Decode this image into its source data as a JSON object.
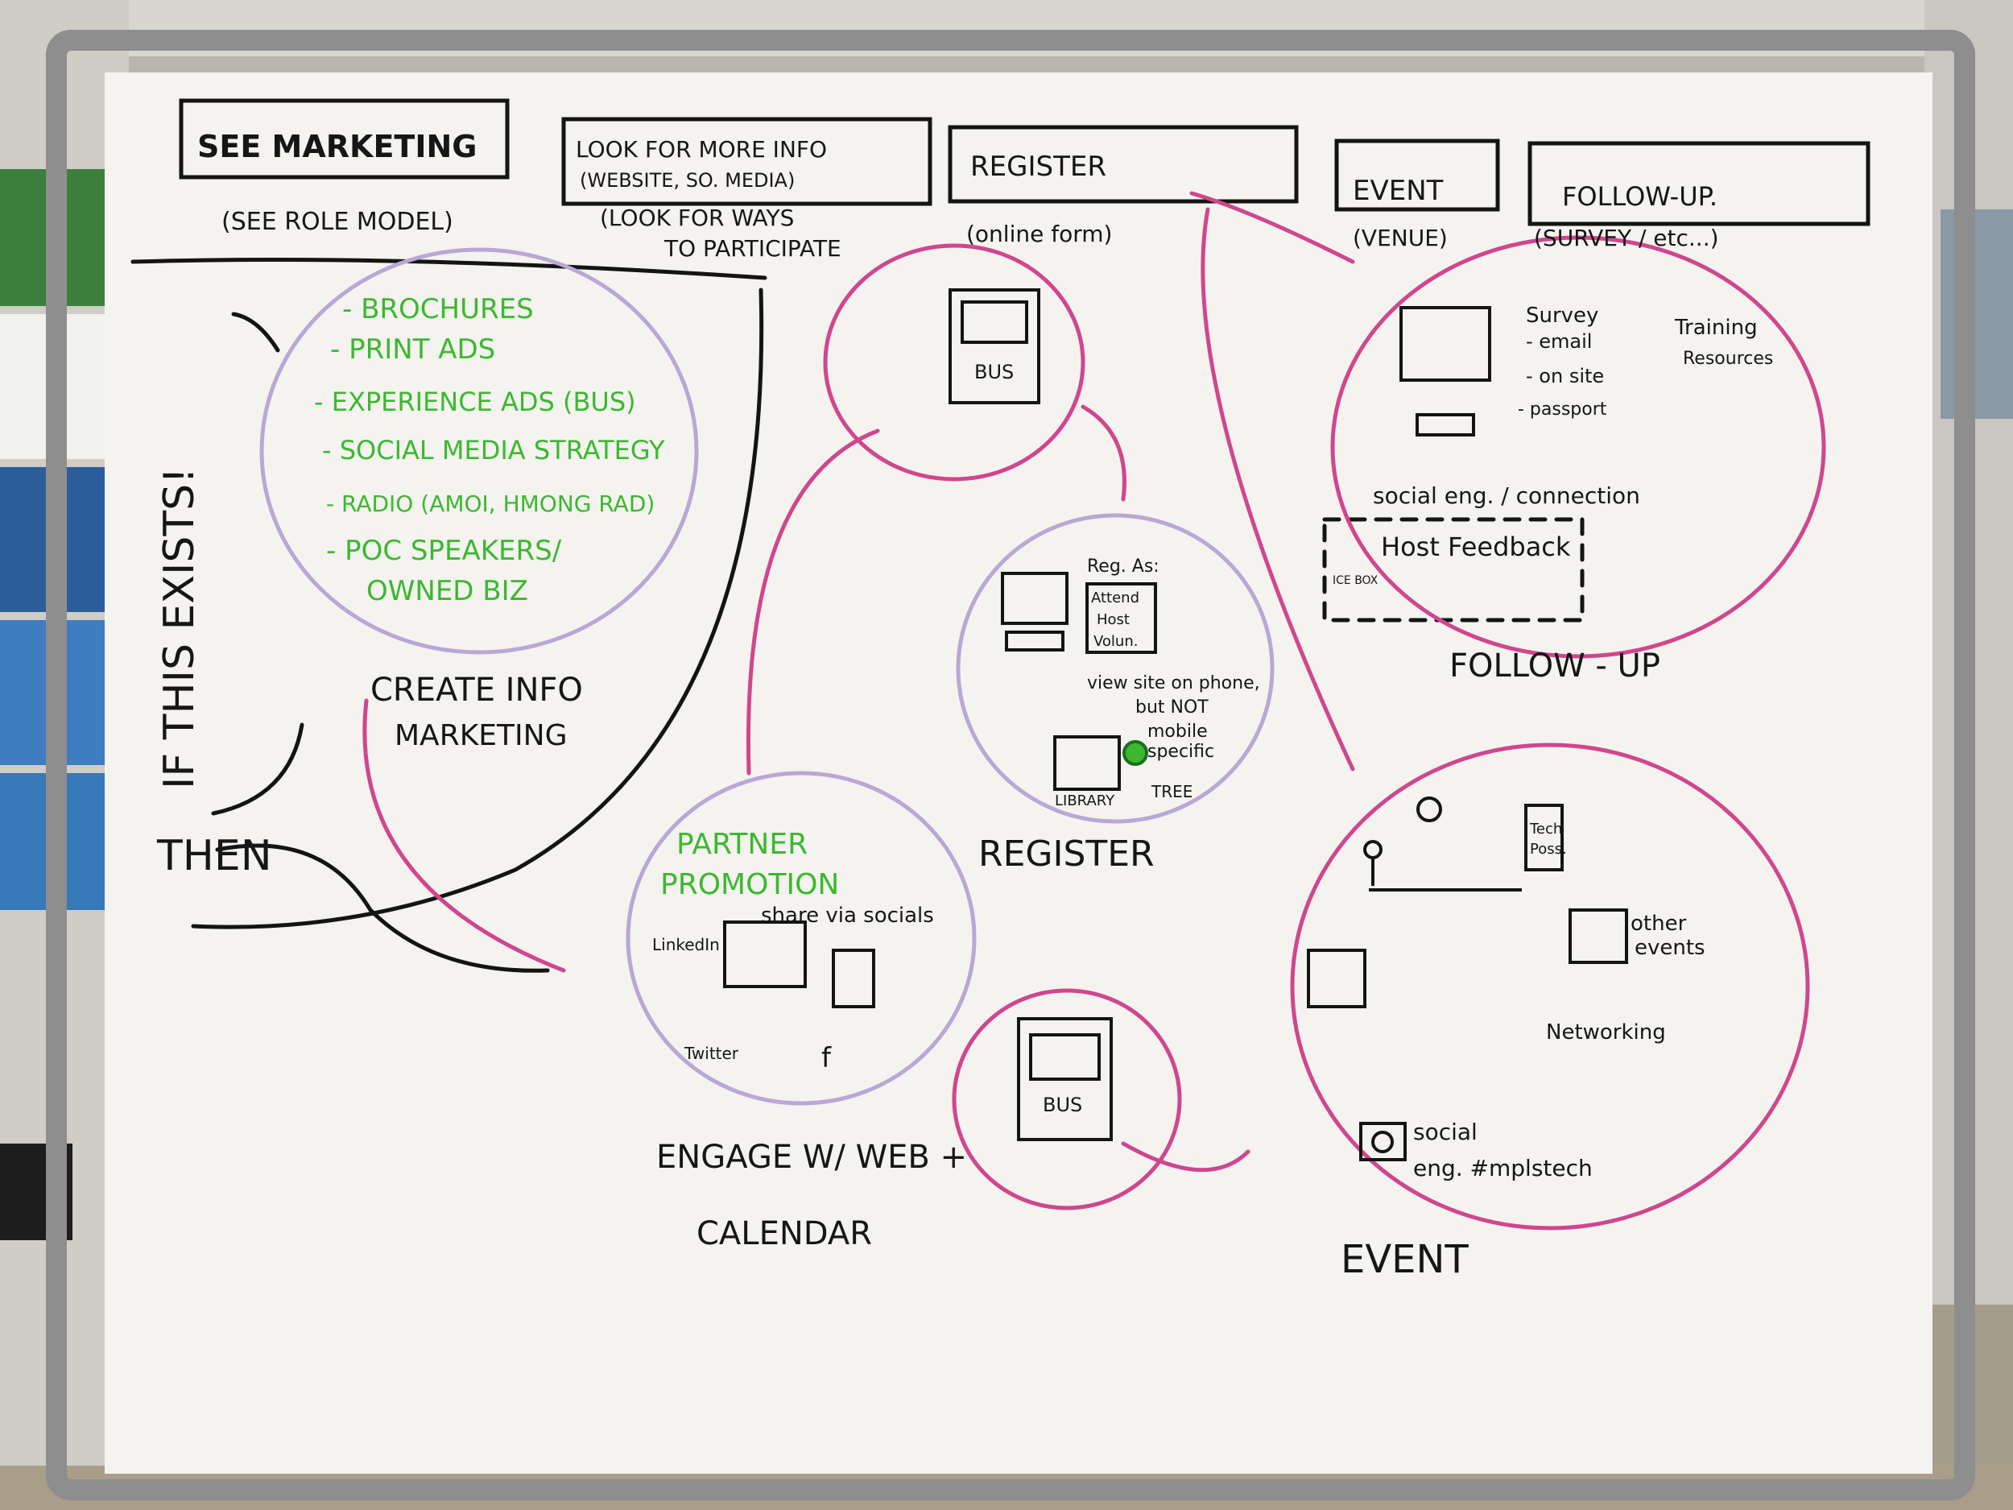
{
  "stages": [
    {
      "title": "SEE MARKETING",
      "sub": "(SEE ROLE MODEL)"
    },
    {
      "title": "LOOK FOR MORE INFO",
      "title2": "(WEBSITE, SO. MEDIA)",
      "sub": "(LOOK FOR WAYS",
      "sub2": "TO PARTICIPATE"
    },
    {
      "title": "REGISTER",
      "sub": "(online form)"
    },
    {
      "title": "EVENT",
      "sub": "(VENUE)"
    },
    {
      "title": "FOLLOW-UP.",
      "sub": "(SURVEY / etc...)"
    }
  ],
  "left": {
    "vertical": "IF THIS EXISTS!",
    "then": "THEN"
  },
  "create": {
    "items": [
      "- BROCHURES",
      "- PRINT ADS",
      "- EXPERIENCE ADS (BUS)",
      "- SOCIAL MEDIA STRATEGY",
      "- RADIO (AMOI, HMONG RAD)",
      "- POC SPEAKERS/",
      "OWNED BIZ"
    ],
    "label1": "CREATE INFO",
    "label2": "MARKETING"
  },
  "engage": {
    "green1": "PARTNER",
    "green2": "PROMOTION",
    "share": "share via socials",
    "linkedin": "LinkedIn",
    "twitter": "Twitter",
    "f": "f",
    "label1": "ENGAGE W/ WEB +",
    "label2": "CALENDAR"
  },
  "bus_top": {
    "text": "BUS"
  },
  "bus_bottom": {
    "text": "BUS"
  },
  "register": {
    "reg_as": "Reg. As:",
    "opts": [
      "Attend",
      "Host",
      "Volun."
    ],
    "view1": "view site on phone,",
    "view2": "but NOT",
    "view3": "mobile",
    "view4": "specific",
    "library": "LIBRARY",
    "tree": "TREE",
    "label": "REGISTER"
  },
  "followup": {
    "survey": "Survey",
    "email": "- email",
    "onsite": "- on site",
    "passport": "- passport",
    "training1": "Training",
    "training2": "Resources",
    "social": "social eng. / connection",
    "host": "Host Feedback",
    "icebox": "ICE BOX",
    "label": "FOLLOW - UP"
  },
  "event": {
    "tech1": "Tech",
    "tech2": "Poss.",
    "other1": "other",
    "other2": "events",
    "network": "Networking",
    "social1": "social",
    "social2": "eng. #mplstech",
    "label": "EVENT"
  }
}
